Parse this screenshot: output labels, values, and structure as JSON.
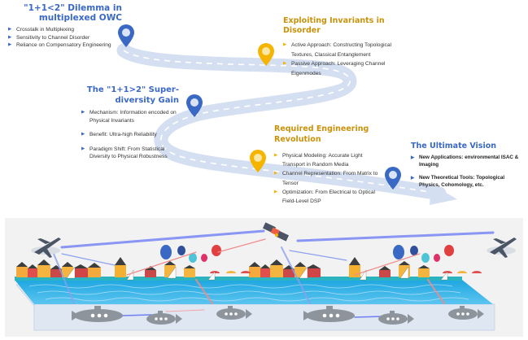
{
  "stages": [
    {
      "id": "dilemma",
      "title_lines": [
        "\"1+1<2\" Dilemma in",
        "multiplexed OWC"
      ],
      "color": "#3a68c5",
      "marker": "blue",
      "bullets": [
        "Crosstalk in Multiplexing",
        "Sensitivity to Channel  Disorder",
        "Reliance on Compensatory Engineering"
      ]
    },
    {
      "id": "invariants",
      "title_lines": [
        "Exploiting Invariants in Disorder"
      ],
      "color": "#c9920a",
      "marker": "gold",
      "bullets": [
        "Active Approach: Constructing Topological Textures, Classical Entanglement",
        "Passive Approach: Leveraging Channel Eigenmodes"
      ]
    },
    {
      "id": "superdiversity",
      "title_lines": [
        "The \"1+1>2\" Super-",
        "diversity Gain"
      ],
      "color": "#3a68c5",
      "marker": "blue",
      "bullets": [
        "Mechanism: Information encoded on Physical Invariants",
        "Benefit: Ultra-high Reliability",
        "Paradigm Shift: From Statistical Diversity to Physical Robustness"
      ]
    },
    {
      "id": "engineering",
      "title_lines": [
        "Required Engineering",
        "Revolution"
      ],
      "color": "#c9920a",
      "marker": "gold",
      "bullets": [
        "Physical Modeling: Accurate Light Transport in Random Media",
        "Channel Representation: From Matrix to Tensor",
        "Optimization: From Electrical to Optical Field-Level DSP"
      ]
    },
    {
      "id": "vision",
      "title_lines": [
        "The Ultimate Vision"
      ],
      "color": "#3a68c5",
      "marker": "blue",
      "bullets": [
        "New Applications: environmental ISAC & Imaging",
        "New Theoretical Tools: Topological Physics, Cohomology, etc."
      ]
    }
  ],
  "colors": {
    "blue": "#3a68c5",
    "gold": "#f5b400",
    "road": "#d5dff2",
    "water": "#3fb0e8",
    "slab": "#dfe7f3"
  },
  "scene": {
    "elements": [
      "airplane-left",
      "airplane-right",
      "satellite",
      "hot-air-balloons",
      "town-houses",
      "sailboats",
      "sea-water",
      "submarines",
      "optical-beams"
    ]
  }
}
